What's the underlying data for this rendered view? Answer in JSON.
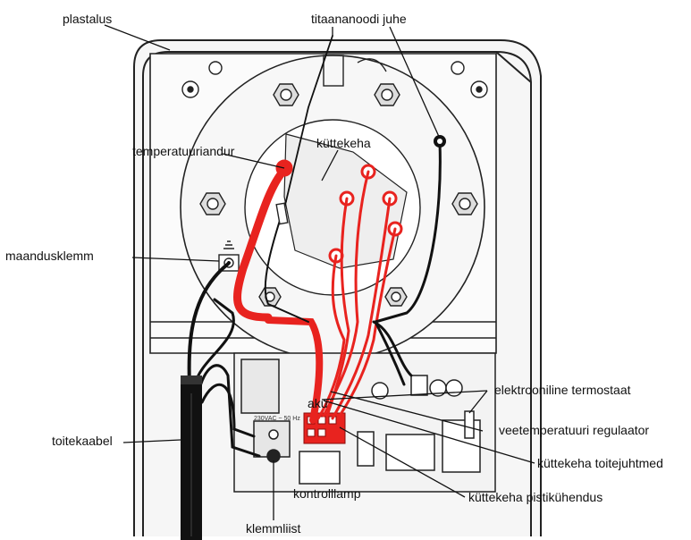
{
  "labels": {
    "plastalus": "plastalus",
    "titaananoodi_juhe": "titaananoodi juhe",
    "temperatuuriandur": "temperatuuriandur",
    "kuttekeha": "küttekeha",
    "maandusklemm": "maandusklemm",
    "aku": "aku",
    "elektrooniline_termostaat": "elektrooniline termostaat",
    "veetemperatuuri_regulaator": "veetemperatuuri regulaator",
    "toitekaabel": "toitekaabel",
    "kuttekeha_toitejuhtmed": "küttekeha toitejuhtmed",
    "kontrolllamp": "kontrolllamp",
    "kuttekeha_pistikuhendus": "küttekeha pistikühendus",
    "klemmliist": "klemmliist"
  },
  "board_text": "230VAC ~ 50 Hz",
  "colors": {
    "wire_red": "#e8231f",
    "wire_black": "#111111",
    "outline": "#222222",
    "housing_fill": "#f4f4f4"
  }
}
